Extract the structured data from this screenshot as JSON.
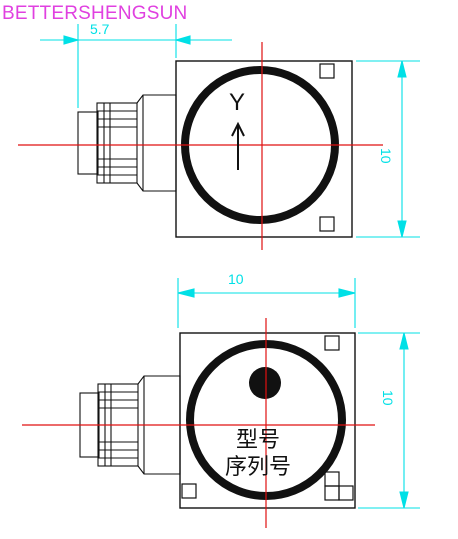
{
  "brand": {
    "text": "BETTERSHENGSUN",
    "color": "#e040e0"
  },
  "colors": {
    "outline": "#111111",
    "centerline": "#e01010",
    "dimension": "#00e0e6",
    "background": "#ffffff"
  },
  "top_view": {
    "axis_label": "Y",
    "dim_connector": "5.7",
    "dim_height": "10"
  },
  "bottom_view": {
    "dim_width": "10",
    "dim_height": "10",
    "model_label": "型号",
    "serial_label": "序列号"
  }
}
